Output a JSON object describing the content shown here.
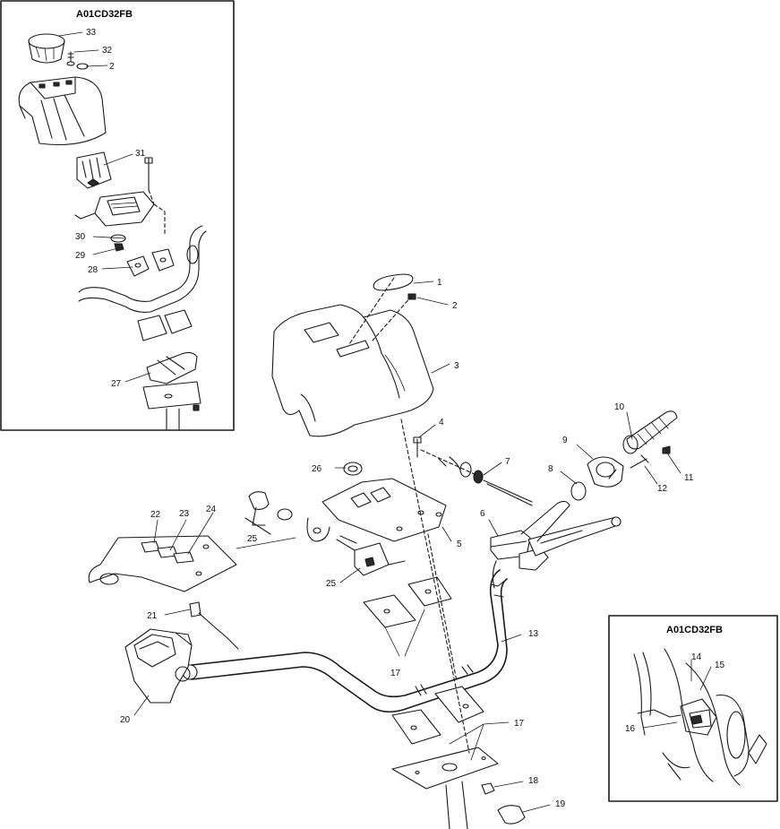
{
  "insets": [
    {
      "code": "A01CD32FB"
    },
    {
      "code": "A01CD32FB"
    }
  ],
  "callouts": {
    "c1": "1",
    "c2": "2",
    "c3": "3",
    "c4": "4",
    "c5": "5",
    "c6": "6",
    "c7": "7",
    "c8": "8",
    "c9": "9",
    "c10": "10",
    "c11": "11",
    "c12": "12",
    "c13": "13",
    "c17a": "17",
    "c17b": "17",
    "c18": "18",
    "c19": "19",
    "c20": "20",
    "c21": "21",
    "c22": "22",
    "c23": "23",
    "c24": "24",
    "c25a": "25",
    "c25b": "25",
    "c26": "26",
    "c27": "27",
    "c28": "28",
    "c29": "29",
    "c30": "30",
    "c31": "31",
    "c32": "32",
    "c33": "33",
    "i2": "2",
    "i14": "14",
    "i15": "15",
    "i16": "16"
  }
}
